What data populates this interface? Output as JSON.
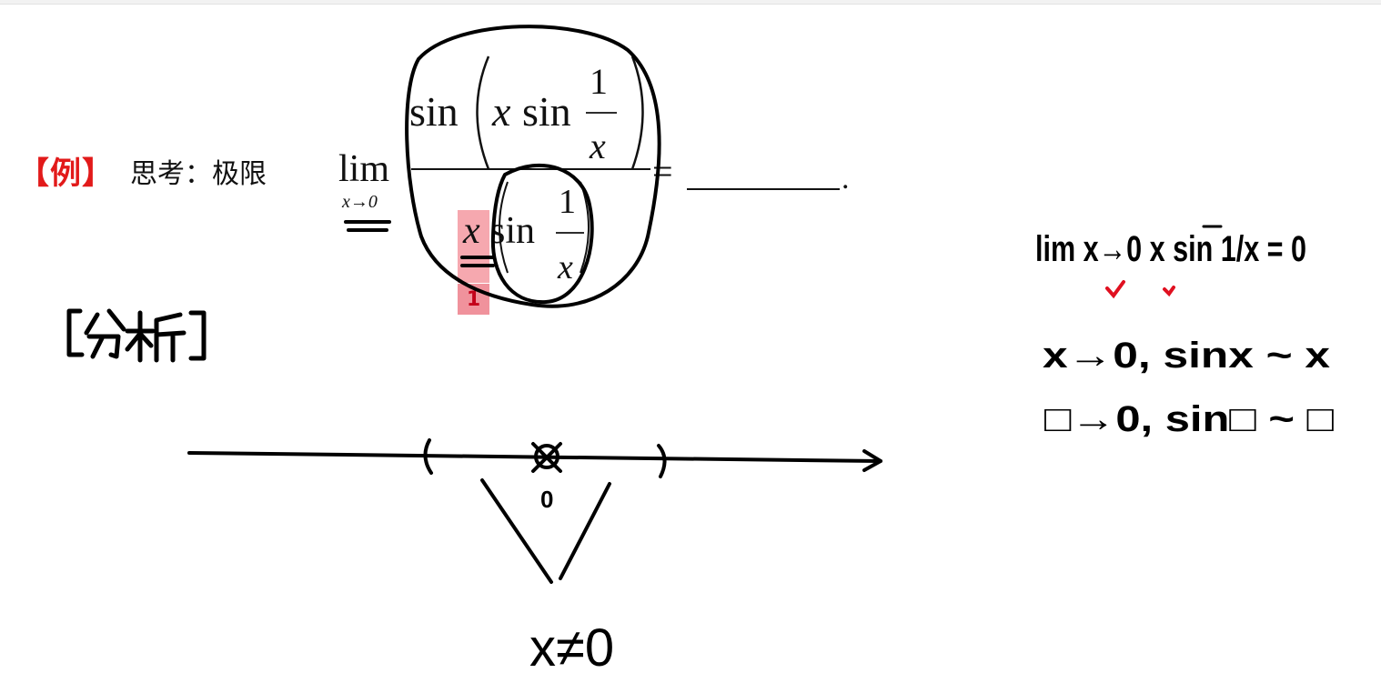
{
  "problem": {
    "tag": "【例】",
    "prefix": "思考：极限",
    "lim": "lim",
    "lim_sub": "x→0",
    "numerator": {
      "sin": "sin",
      "x": "x",
      "inner_sin": "sin",
      "frac_num": "1",
      "frac_den": "x"
    },
    "denominator": {
      "x": "x",
      "sin": "sin",
      "frac_num": "1",
      "frac_den": "x"
    },
    "equals": "=",
    "period": "."
  },
  "highlight": {
    "badge": "1",
    "color": "#ee606e"
  },
  "handwriting": {
    "analysis_heading": "[分析]",
    "limit_note": "lim x→0  x sin 1/x = 0",
    "equiv_rule": "x→0, sinx ~ x",
    "box_rule": "□→0, sin□ ~ □",
    "number_line_origin": "0",
    "x_not_zero": "x≠0",
    "ink_color": "#000000",
    "check_color": "#e01020"
  }
}
